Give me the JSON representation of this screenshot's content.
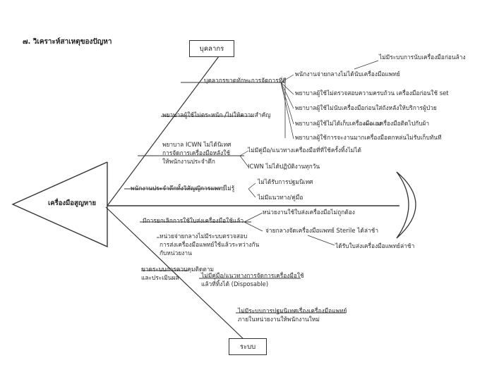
{
  "title": "๗. วิเคราะห์สาเหตุของปัญหา",
  "head_label": "เครื่องมือสูญหาย",
  "categories": {
    "top": "บุคลากร",
    "bottom": "ระบบ"
  },
  "top_branches": [
    "บุคลากรขาดทักษะการจัดการที่ดี",
    "พยาบาลผู้ใช้ไม่ตระหนัก /ไม่ให้ความสำคัญ",
    "พยาบาล ICWN ไม่ได้นิเทศ",
    "การจัดการเครื่องมือหลังใช้",
    "ให้พนักงานประจำตึก",
    "พนักงานประจำตึกทั้งวิสัญญีการแพทย์",
    "ไม่รู้"
  ],
  "top_causes": [
    "ไม่มีระบบการนับเครื่องมือก่อนล้าง",
    "พนักงานจ่ายกลางไม่ได้นับเครื่องมือแพทย์",
    "พยาบาลผู้ใช้ไม่ตรวจสอบความครบถ้วน เครื่องมือก่อนใช้ set",
    "พยาบาลผู้ใช้ไม่นับเครื่องมือก่อนใส่ถังหลังให้บริการผู้ป่วย",
    "พยาบาลผู้ใช้ไม่ได้เก็บเครื่องมือเอง",
    "เครื่องมือติดไปกับผ้า",
    "พยาบาลผู้ใช้การจะงานมากเครื่องมือตกหล่นไม่รับเก็บทันที",
    "ไม่มีคู่มือ/แนวทางเครื่องมือที่ที่ใช้ครั้งทิ้งไม่ได้",
    "ICWN ไม่ได้ปฏิบัติงานทุกวัน",
    "ไม่ได้รับการปฐมนิเทศ",
    "ไม่มีแนวทาง/คู่มือ"
  ],
  "bottom_branches": [
    "มีการยกเลิกการใช้ใบส่งเครื่องมือใช้แล้ว",
    "หน่วยจ่ายกลางไม่มีระบบตรวจสอบ",
    "การส่งเครื่องมือแพทย์ใช้แล้วระหว่างกัน",
    "กับหน่วยงาน",
    "ขาดระบบการควบคุมติดตาม",
    "และประเมินผล"
  ],
  "bottom_causes": [
    "หน่วยงานใช้ใบส่งเครื่องมือไม่ถูกต้อง",
    "จ่ายกลางจัดเครื่องมือแพทย์ Sterile ได้ล่าช้า",
    "ได้รับใบส่งเครื่องมือแพทย์ล่าช้า",
    "ไม่มีคู่มือ/แนวทางการจัดการเครื่องมือใช้",
    "แล้วที่ทิ้งได้ (Disposable)",
    "ไม่มีระบบการปฐมนิเทศเรื่องเครื่องมือแพทย์",
    "ภายในหน่วยงานให้พนักงานใหม่"
  ]
}
